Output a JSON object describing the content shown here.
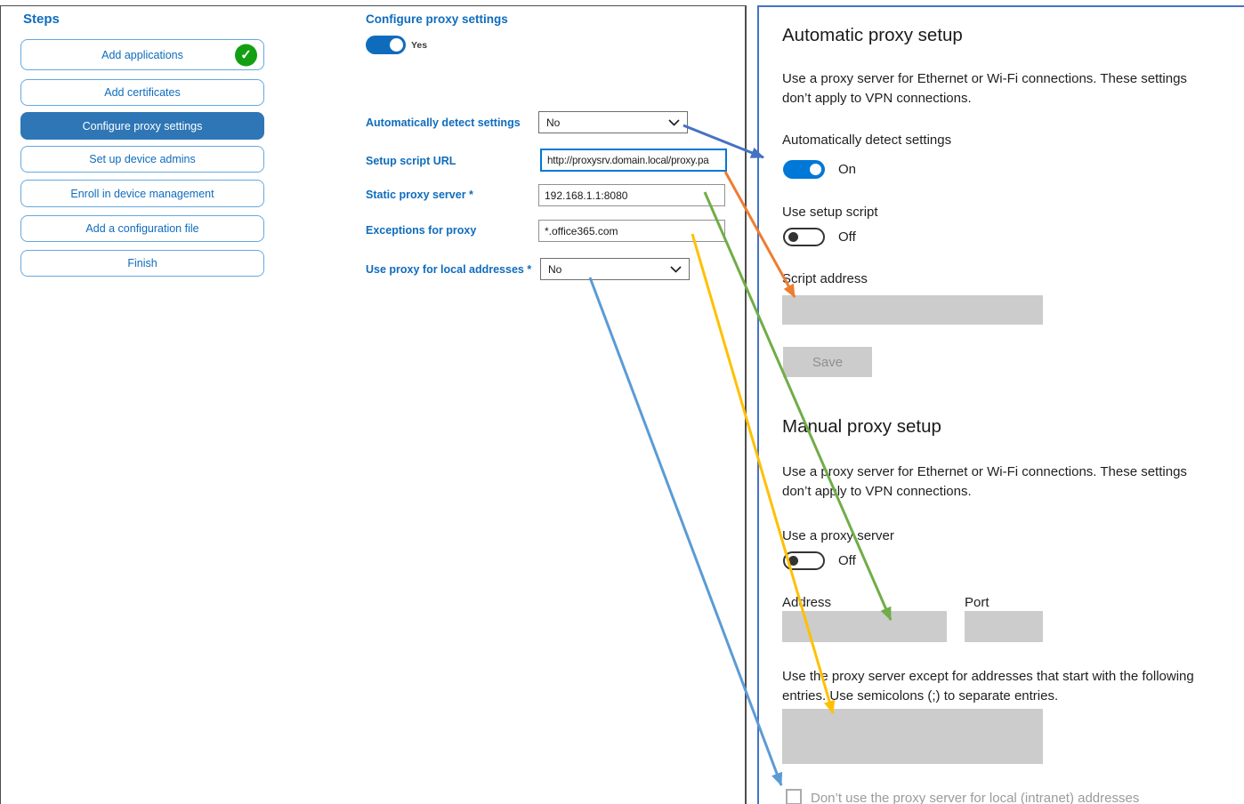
{
  "steps_panel": {
    "title": "Steps",
    "items": [
      {
        "label": "Add applications",
        "completed": true,
        "selected": false
      },
      {
        "label": "Add certificates",
        "completed": false,
        "selected": false
      },
      {
        "label": "Configure proxy settings",
        "completed": false,
        "selected": true
      },
      {
        "label": "Set up device admins",
        "completed": false,
        "selected": false
      },
      {
        "label": "Enroll in device management",
        "completed": false,
        "selected": false
      },
      {
        "label": "Add a configuration file",
        "completed": false,
        "selected": false
      },
      {
        "label": "Finish",
        "completed": false,
        "selected": false
      }
    ]
  },
  "config_form": {
    "title": "Configure proxy settings",
    "enabled_toggle": {
      "label": "Yes",
      "state": "on"
    },
    "fields": [
      {
        "label": "Automatically detect settings",
        "control": "dropdown",
        "value": "No"
      },
      {
        "label": "Setup script URL",
        "control": "text",
        "value": "http://proxysrv.domain.local/proxy.pa",
        "focused": true
      },
      {
        "label": "Static proxy server *",
        "control": "text",
        "value": "192.168.1.1:8080"
      },
      {
        "label": "Exceptions for proxy",
        "control": "text",
        "value": "*.office365.com"
      },
      {
        "label": "Use proxy for local addresses *",
        "control": "dropdown",
        "value": "No"
      }
    ]
  },
  "windows_settings": {
    "automatic_section": {
      "heading": "Automatic proxy setup",
      "description": "Use a proxy server for Ethernet or Wi-Fi connections. These settings don’t apply to VPN connections.",
      "detect_toggle": {
        "label": "Automatically detect settings",
        "state": "On"
      },
      "script_toggle": {
        "label": "Use setup script",
        "state": "Off"
      },
      "script_address_label": "Script address",
      "script_address_value": "",
      "save_button": "Save"
    },
    "manual_section": {
      "heading": "Manual proxy setup",
      "description": "Use a proxy server for Ethernet or Wi-Fi connections. These settings don’t apply to VPN connections.",
      "proxy_toggle": {
        "label": "Use a proxy server",
        "state": "Off"
      },
      "address_label": "Address",
      "address_value": "",
      "port_label": "Port",
      "port_value": "",
      "exceptions_note": "Use the proxy server except for addresses that start with the following entries. Use semicolons (;) to separate entries.",
      "exceptions_value": "",
      "local_checkbox": {
        "label": "Don’t use the proxy server for local (intranet) addresses",
        "checked": false
      }
    }
  },
  "arrows": [
    {
      "name": "auto-detect-mapping",
      "color": "#4472c4"
    },
    {
      "name": "script-url-mapping",
      "color": "#ed7d31"
    },
    {
      "name": "static-proxy-mapping",
      "color": "#70ad47"
    },
    {
      "name": "exceptions-mapping",
      "color": "#ffc000"
    },
    {
      "name": "local-addresses-mapping",
      "color": "#5b9bd5"
    }
  ],
  "colors": {
    "accent_blue": "#0f6cbd",
    "selected_step_bg": "#2e76b5",
    "completed_green": "#12a012",
    "settings_toggle_on": "#0078d7",
    "panel_border_blue": "#4472c4",
    "disabled_gray": "#cccccc"
  }
}
